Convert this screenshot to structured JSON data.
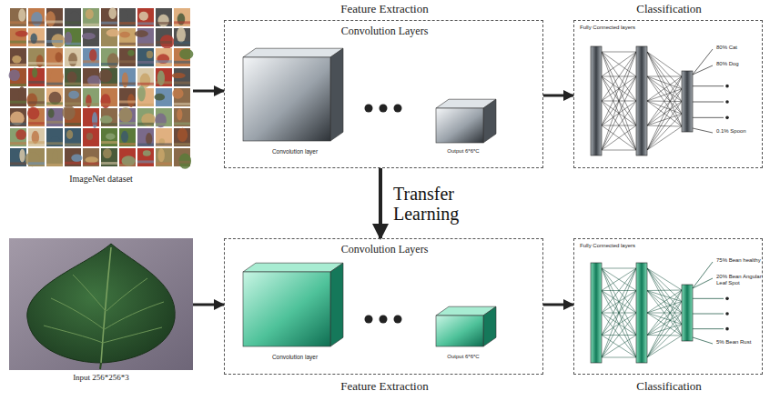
{
  "diagram": {
    "nodes": [
      {
        "text": [
          "ImageNet dataset"
        ]
      },
      {
        "text": [
          "Feature Extraction",
          "Convolution Layers",
          "Convolution layer",
          "Output 6*6*C"
        ]
      },
      {
        "text": [
          "Classification",
          "Fully Connected layers",
          "80% Cat",
          "80% Dog",
          "0.1% Spoon"
        ]
      },
      {
        "text": [
          "Input 256*256*3"
        ]
      },
      {
        "text": [
          "Convolution Layers",
          "Convolution layer",
          "Output 6*6*C",
          "Feature Extraction"
        ]
      },
      {
        "text": [
          "Fully Connected layers",
          "75% Bean healthy",
          "20% Bean Angular Leaf Spot",
          "5% Bean Rust",
          "Classification"
        ]
      }
    ],
    "edges": [
      {
        "from": 0,
        "to": 1,
        "arrow": "to"
      },
      {
        "from": 1,
        "to": 2,
        "arrow": "to"
      },
      {
        "from": 1,
        "to": 4,
        "label": "Transfer Learning",
        "arrow": "to"
      },
      {
        "from": 3,
        "to": 4,
        "arrow": "to"
      },
      {
        "from": 4,
        "to": 5,
        "arrow": "to"
      }
    ]
  }
}
